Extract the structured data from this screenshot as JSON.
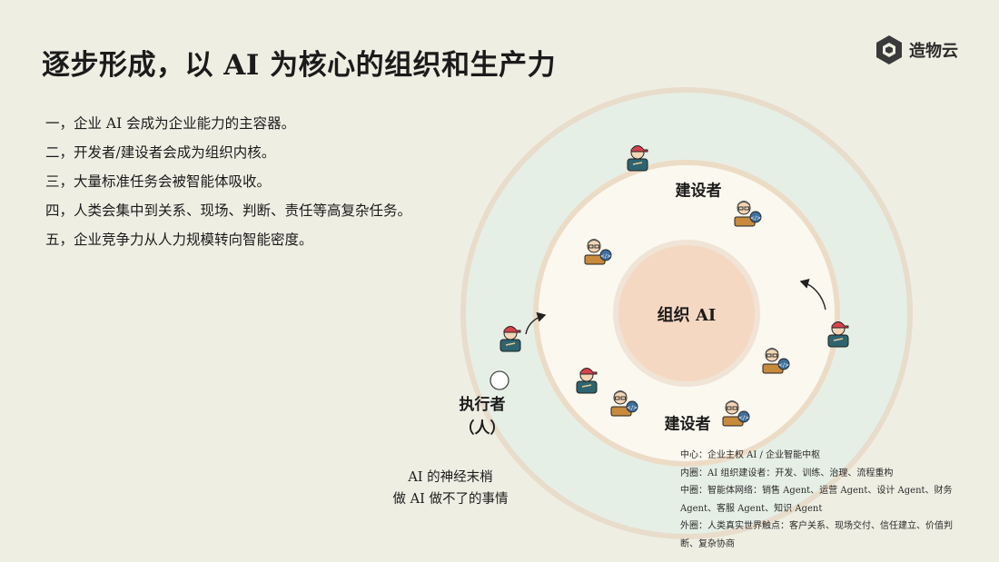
{
  "title": "逐步形成，以 AI 为核心的组织和生产力",
  "logo": {
    "name": "造物云",
    "icon": "hexagon-logo-icon"
  },
  "points": [
    "一，企业 AI 会成为企业能力的主容器。",
    "二，开发者/建设者会成为组织内核。",
    "三，大量标准任务会被智能体吸收。",
    "四，人类会集中到关系、现场、判断、责任等高复杂任务。",
    "五，企业竞争力从人力规模转向智能密度。"
  ],
  "diagram": {
    "core_label": "组织 AI",
    "builder_label_top": "建设者",
    "builder_label_bottom": "建设者",
    "executor_label_line1": "执行者",
    "executor_label_line2": "（人）",
    "caption_line1": "AI 的神经末梢",
    "caption_line2": "做 AI 做不了的事情",
    "legend": [
      "中心：企业主权 AI / 企业智能中枢",
      "内圈：AI 组织建设者：开发、训练、治理、流程重构",
      "中圈：智能体网络：销售 Agent、运营 Agent、设计 Agent、财务 Agent、客服 Agent、知识 Agent",
      "外圈：人类真实世界触点：客户关系、现场交付、信任建立、价值判断、复杂协商"
    ],
    "colors": {
      "background": "#efeee3",
      "outer_ring": "#e6efe6",
      "middle_ring": "#fbf8ef",
      "core": "#f5d8c2",
      "ring_border": "#e8d9c6"
    },
    "icons": [
      "developer-avatar-icon",
      "executor-avatar-icon",
      "curved-arrow-icon",
      "empty-circle-icon"
    ]
  }
}
